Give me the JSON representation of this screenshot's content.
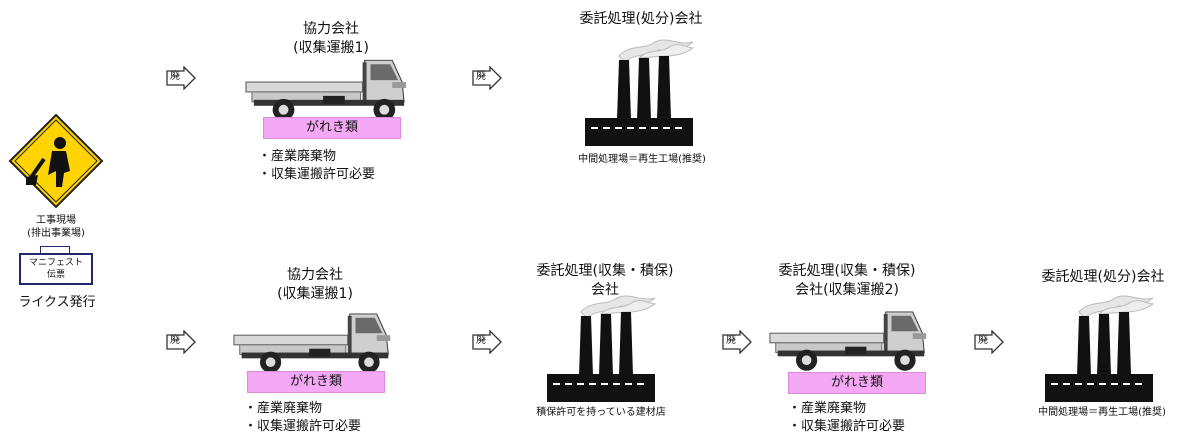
{
  "site": {
    "label_line1": "工事現場",
    "label_line2": "(排出事業場)",
    "manifest_line1": "マニフェスト",
    "manifest_line2": "伝票",
    "issue_label": "ライクス発行",
    "icon": "construction-worker-sign-icon"
  },
  "arrow_glyph": "廃",
  "top_row": {
    "truck_title1": "協力会社",
    "truck_title2": "(収集運搬1)",
    "cargo": "がれき類",
    "note1": "・産業廃棄物",
    "note2": "・収集運搬許可必要",
    "factory_title": "委託処理(処分)会社",
    "factory_caption": "中間処理場＝再生工場(推奨)"
  },
  "bottom_row": {
    "truck1_title1": "協力会社",
    "truck1_title2": "(収集運搬1)",
    "cargo1": "がれき類",
    "note1_1": "・産業廃棄物",
    "note1_2": "・収集運搬許可必要",
    "factory1_title1": "委託処理(収集・積保)",
    "factory1_title2": "会社",
    "factory1_caption": "積保許可を持っている建材店",
    "truck2_title1": "委託処理(収集・積保)",
    "truck2_title2": "会社(収集運搬2)",
    "cargo2": "がれき類",
    "note2_1": "・産業廃棄物",
    "note2_2": "・収集運搬許可必要",
    "factory2_title": "委託処理(処分)会社",
    "factory2_caption": "中間処理場＝再生工場(推奨)"
  }
}
